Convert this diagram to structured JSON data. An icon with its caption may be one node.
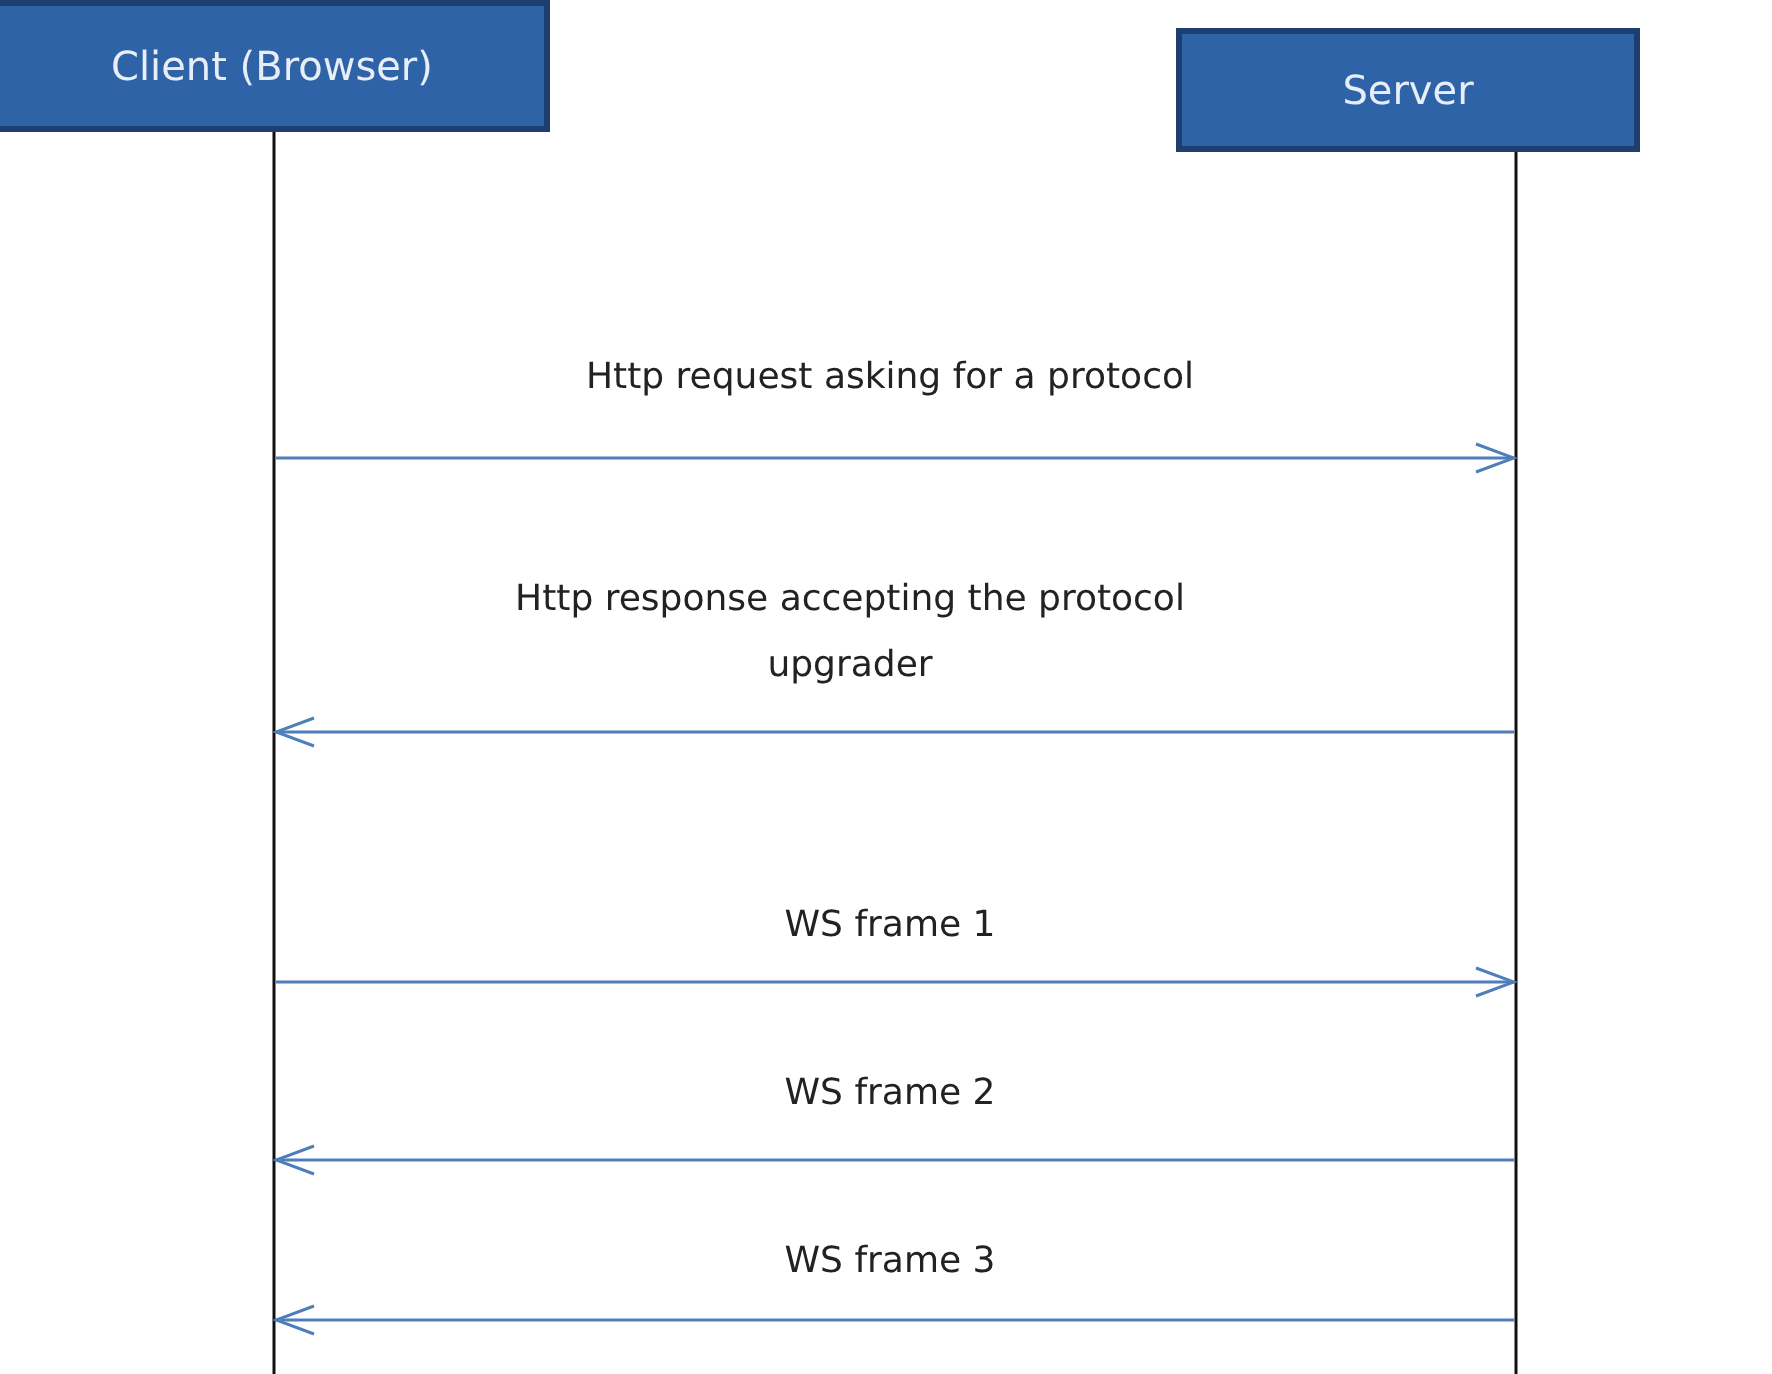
{
  "diagram": {
    "nodes": [
      {
        "text": [
          "Client (Browser)"
        ]
      },
      {
        "text": [
          "Server"
        ]
      }
    ],
    "edges": [
      {
        "from": 0,
        "to": 1,
        "arrow": "to",
        "label": "Http request asking for a protocol"
      },
      {
        "from": 1,
        "to": 0,
        "arrow": "to",
        "label": "Http response accepting the protocol upgrader"
      },
      {
        "from": 0,
        "to": 1,
        "arrow": "to",
        "label": "WS frame 1"
      },
      {
        "from": 1,
        "to": 0,
        "arrow": "to",
        "label": "WS frame 2"
      },
      {
        "from": 1,
        "to": 0,
        "arrow": "to",
        "label": "WS frame 3"
      }
    ]
  }
}
